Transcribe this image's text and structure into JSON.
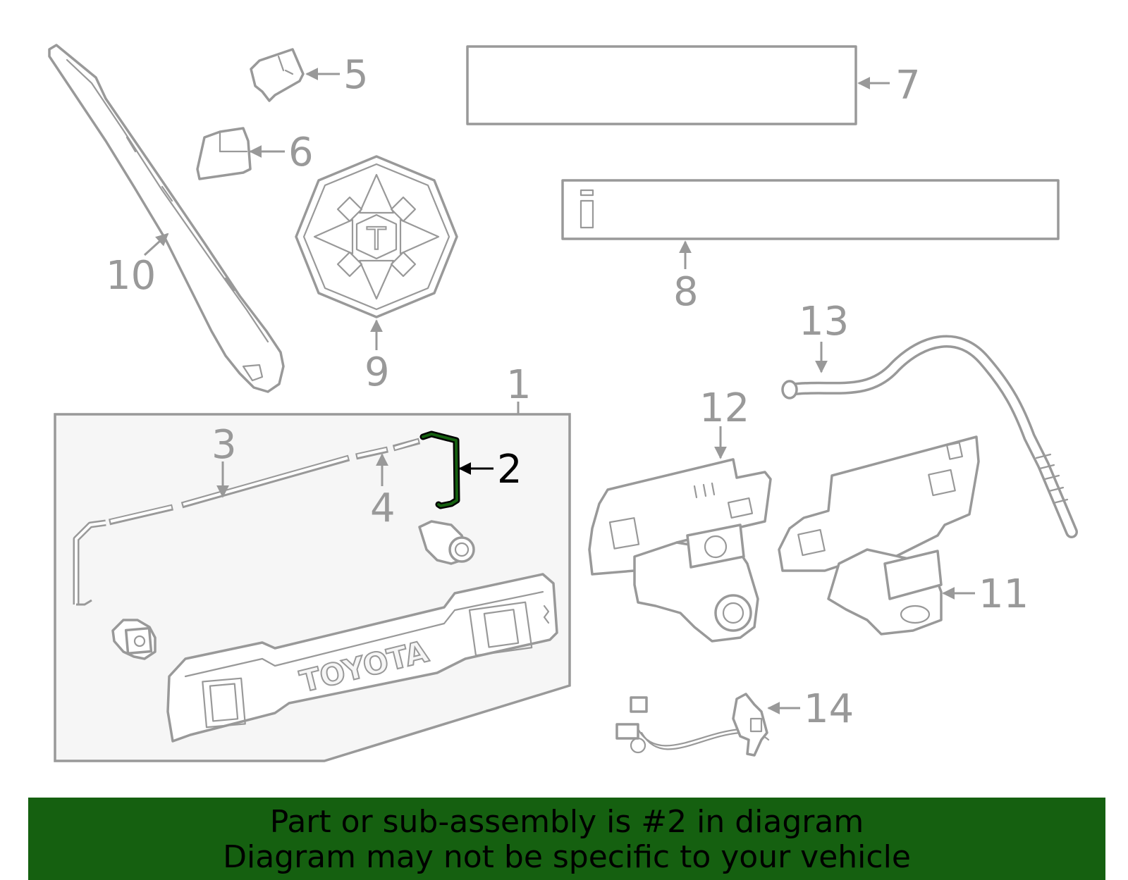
{
  "diagram": {
    "callouts": [
      {
        "id": "1",
        "label": "1"
      },
      {
        "id": "2",
        "label": "2",
        "highlighted": true
      },
      {
        "id": "3",
        "label": "3"
      },
      {
        "id": "4",
        "label": "4"
      },
      {
        "id": "5",
        "label": "5"
      },
      {
        "id": "6",
        "label": "6"
      },
      {
        "id": "7",
        "label": "7"
      },
      {
        "id": "8",
        "label": "8"
      },
      {
        "id": "9",
        "label": "9"
      },
      {
        "id": "10",
        "label": "10"
      },
      {
        "id": "11",
        "label": "11"
      },
      {
        "id": "12",
        "label": "12"
      },
      {
        "id": "13",
        "label": "13"
      },
      {
        "id": "14",
        "label": "14"
      }
    ],
    "emblem_letter": "T",
    "plate_text": "TOYOTA",
    "highlight_color": "#156010",
    "line_color": "#999999"
  },
  "banner": {
    "line1": "Part or sub-assembly is #2 in diagram",
    "line2": "Diagram may not be specific to your vehicle",
    "background": "#156010"
  }
}
